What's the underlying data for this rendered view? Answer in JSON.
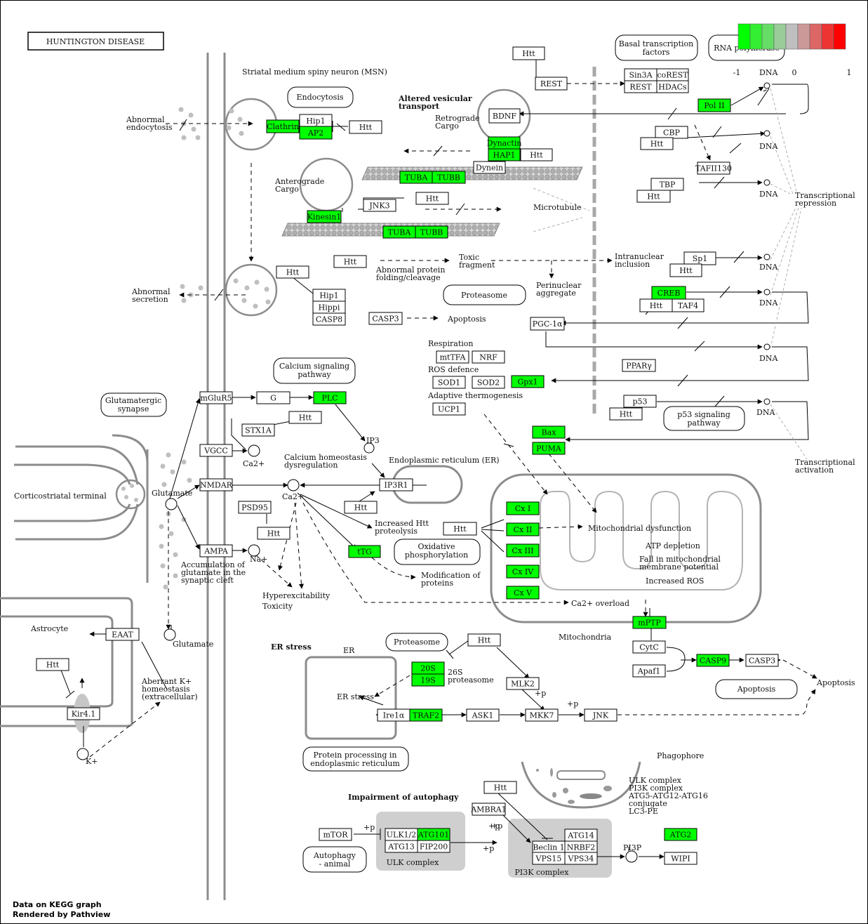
{
  "title": "HUNTINGTON DISEASE",
  "footer": [
    "Data on KEGG graph",
    "Rendered by Pathview"
  ],
  "colors": {
    "highlight": "#00ff00",
    "box_stroke": "#000000",
    "membrane": "#8c8c8c",
    "complex_bg": "#cfcfcf"
  },
  "legend": {
    "min_label": "-1",
    "mid_label": "0",
    "max_label": "1",
    "swatches": [
      "#00ff00",
      "#33ee33",
      "#66dd66",
      "#99cc99",
      "#bfbfbf",
      "#cc9999",
      "#dd6666",
      "#ee3333",
      "#ff0000"
    ]
  },
  "genes": [
    {
      "label": "Clathrin",
      "hi": true
    },
    {
      "label": "Hip1",
      "hi": false
    },
    {
      "label": "AP2",
      "hi": true
    },
    {
      "label": "Htt",
      "hi": false
    },
    {
      "label": "Htt",
      "hi": false
    },
    {
      "label": "REST",
      "hi": false
    },
    {
      "label": "Sin3A",
      "hi": false
    },
    {
      "label": "coREST",
      "hi": false
    },
    {
      "label": "REST",
      "hi": false
    },
    {
      "label": "HDACs",
      "hi": false
    },
    {
      "label": "Pol II",
      "hi": true
    },
    {
      "label": "BDNF",
      "hi": false
    },
    {
      "label": "Dynactin",
      "hi": true
    },
    {
      "label": "HAP1",
      "hi": true
    },
    {
      "label": "Htt",
      "hi": false
    },
    {
      "label": "Dynein",
      "hi": false
    },
    {
      "label": "TUBA",
      "hi": true
    },
    {
      "label": "TUBB",
      "hi": true
    },
    {
      "label": "CBP",
      "hi": false
    },
    {
      "label": "Htt",
      "hi": false
    },
    {
      "label": "TAFII130",
      "hi": false
    },
    {
      "label": "TBP",
      "hi": false
    },
    {
      "label": "Htt",
      "hi": false
    },
    {
      "label": "JNK3",
      "hi": false
    },
    {
      "label": "Htt",
      "hi": false
    },
    {
      "label": "Kinesin1",
      "hi": true
    },
    {
      "label": "TUBA",
      "hi": true
    },
    {
      "label": "TUBB",
      "hi": true
    },
    {
      "label": "Htt",
      "hi": false
    },
    {
      "label": "Htt",
      "hi": false
    },
    {
      "label": "Hip1",
      "hi": false
    },
    {
      "label": "Hippi",
      "hi": false
    },
    {
      "label": "CASP8",
      "hi": false
    },
    {
      "label": "CASP3",
      "hi": false
    },
    {
      "label": "Sp1",
      "hi": false
    },
    {
      "label": "Htt",
      "hi": false
    },
    {
      "label": "CREB",
      "hi": true
    },
    {
      "label": "Htt",
      "hi": false
    },
    {
      "label": "TAF4",
      "hi": false
    },
    {
      "label": "PGC-1α",
      "hi": false
    },
    {
      "label": "mtTFA",
      "hi": false
    },
    {
      "label": "NRF",
      "hi": false
    },
    {
      "label": "SOD1",
      "hi": false
    },
    {
      "label": "SOD2",
      "hi": false
    },
    {
      "label": "Gpx1",
      "hi": true
    },
    {
      "label": "UCP1",
      "hi": false
    },
    {
      "label": "PPARγ",
      "hi": false
    },
    {
      "label": "p53",
      "hi": false
    },
    {
      "label": "Htt",
      "hi": false
    },
    {
      "label": "mGluR5",
      "hi": false
    },
    {
      "label": "G",
      "hi": false
    },
    {
      "label": "PLC",
      "hi": true
    },
    {
      "label": "STX1A",
      "hi": false
    },
    {
      "label": "Htt",
      "hi": false
    },
    {
      "label": "VGCC",
      "hi": false
    },
    {
      "label": "NMDAR",
      "hi": false
    },
    {
      "label": "PSD95",
      "hi": false
    },
    {
      "label": "Htt",
      "hi": false
    },
    {
      "label": "AMPA",
      "hi": false
    },
    {
      "label": "IP3R1",
      "hi": false
    },
    {
      "label": "Htt",
      "hi": false
    },
    {
      "label": "tTG",
      "hi": true
    },
    {
      "label": "Bax",
      "hi": true
    },
    {
      "label": "PUMA",
      "hi": true
    },
    {
      "label": "Cx I",
      "hi": true
    },
    {
      "label": "Cx II",
      "hi": true
    },
    {
      "label": "Cx III",
      "hi": true
    },
    {
      "label": "Cx IV",
      "hi": true
    },
    {
      "label": "Cx V",
      "hi": true
    },
    {
      "label": "Htt",
      "hi": false
    },
    {
      "label": "mPTP",
      "hi": true
    },
    {
      "label": "CytC",
      "hi": false
    },
    {
      "label": "Apaf1",
      "hi": false
    },
    {
      "label": "CASP9",
      "hi": true
    },
    {
      "label": "CASP3",
      "hi": false
    },
    {
      "label": "EAAT",
      "hi": false
    },
    {
      "label": "Htt",
      "hi": false
    },
    {
      "label": "Kir4.1",
      "hi": false
    },
    {
      "label": "20S",
      "hi": true
    },
    {
      "label": "19S",
      "hi": true
    },
    {
      "label": "Htt",
      "hi": false
    },
    {
      "label": "MLK2",
      "hi": false
    },
    {
      "label": "Ire1α",
      "hi": false
    },
    {
      "label": "TRAF2",
      "hi": true
    },
    {
      "label": "ASK1",
      "hi": false
    },
    {
      "label": "MKK7",
      "hi": false
    },
    {
      "label": "JNK",
      "hi": false
    },
    {
      "label": "Htt",
      "hi": false
    },
    {
      "label": "AMBRA1",
      "hi": false
    },
    {
      "label": "mTOR",
      "hi": false
    },
    {
      "label": "ULK1/2",
      "hi": false
    },
    {
      "label": "ATG101",
      "hi": true
    },
    {
      "label": "ATG13",
      "hi": false
    },
    {
      "label": "FIP200",
      "hi": false
    },
    {
      "label": "Beclin 1",
      "hi": false
    },
    {
      "label": "ATG14",
      "hi": false
    },
    {
      "label": "NRBF2",
      "hi": false
    },
    {
      "label": "VPS15",
      "hi": false
    },
    {
      "label": "VPS34",
      "hi": false
    },
    {
      "label": "ATG2",
      "hi": true
    },
    {
      "label": "WIPI",
      "hi": false
    }
  ],
  "pathways": [
    {
      "lines": [
        "Endocytosis"
      ]
    },
    {
      "lines": [
        "Basal transcription",
        "factors"
      ]
    },
    {
      "lines": [
        "RNA polymerase"
      ]
    },
    {
      "lines": [
        "Proteasome"
      ]
    },
    {
      "lines": [
        "Calcium signaling",
        "pathway"
      ]
    },
    {
      "lines": [
        "Glutamatergic",
        "synapse"
      ]
    },
    {
      "lines": [
        "p53 signaling",
        "pathway"
      ]
    },
    {
      "lines": [
        "Oxidative",
        "phosphorylation"
      ]
    },
    {
      "lines": [
        "Apoptosis"
      ]
    },
    {
      "lines": [
        "Proteasome"
      ]
    },
    {
      "lines": [
        "Protein processing in",
        "endoplasmic reticulum"
      ]
    },
    {
      "lines": [
        "Autophagy",
        "- animal"
      ]
    }
  ],
  "compartments": [
    "ULK complex",
    "PI3K complex"
  ],
  "labels": [
    {
      "lines": [
        "Striatal medium spiny neuron (MSN)"
      ]
    },
    {
      "lines": [
        "Abnormal",
        "endocytosis"
      ]
    },
    {
      "lines": [
        "Altered vesicular",
        "transport"
      ],
      "bold": true
    },
    {
      "lines": [
        "Retrograde",
        "Cargo"
      ]
    },
    {
      "lines": [
        "Anterograde",
        "Cargo"
      ]
    },
    {
      "lines": [
        "Microtubule"
      ]
    },
    {
      "lines": [
        "DNA"
      ]
    },
    {
      "lines": [
        "DNA"
      ]
    },
    {
      "lines": [
        "DNA"
      ]
    },
    {
      "lines": [
        "Transcriptional",
        "repression"
      ]
    },
    {
      "lines": [
        "Toxic",
        "fragment"
      ]
    },
    {
      "lines": [
        "Intranuclear",
        "inclusion"
      ]
    },
    {
      "lines": [
        "Abnormal protein",
        "folding/cleavage"
      ]
    },
    {
      "lines": [
        "Perinuclear",
        "aggregate"
      ]
    },
    {
      "lines": [
        "Abnormal",
        "secretion"
      ]
    },
    {
      "lines": [
        "Apoptosis"
      ]
    },
    {
      "lines": [
        "DNA"
      ]
    },
    {
      "lines": [
        "DNA"
      ]
    },
    {
      "lines": [
        "DNA"
      ]
    },
    {
      "lines": [
        "Respiration"
      ]
    },
    {
      "lines": [
        "ROS defence"
      ]
    },
    {
      "lines": [
        "Adaptive thermogenesis"
      ]
    },
    {
      "lines": [
        "DNA"
      ]
    },
    {
      "lines": [
        "Transcriptional",
        "activation"
      ]
    },
    {
      "lines": [
        "IP3"
      ]
    },
    {
      "lines": [
        "Endoplasmic reticulum (ER)"
      ]
    },
    {
      "lines": [
        "Calcium homeostasis",
        "dysregulation"
      ]
    },
    {
      "lines": [
        "Ca2+"
      ]
    },
    {
      "lines": [
        "Ca2+"
      ]
    },
    {
      "lines": [
        "Glutamate"
      ]
    },
    {
      "lines": [
        "Corticostriatal terminal"
      ]
    },
    {
      "lines": [
        "Increased Htt",
        "proteolysis"
      ]
    },
    {
      "lines": [
        "Na+"
      ]
    },
    {
      "lines": [
        "Accumulation of",
        "glutamate in the",
        "synaptic cleft"
      ]
    },
    {
      "lines": [
        "Hyperexcitability"
      ]
    },
    {
      "lines": [
        "Toxicity"
      ]
    },
    {
      "lines": [
        "Modification of",
        "proteins"
      ]
    },
    {
      "lines": [
        "Mitochondrial dysfunction"
      ]
    },
    {
      "lines": [
        "ATP depletion"
      ]
    },
    {
      "lines": [
        "Fall in mitochondrial",
        "membrane potential"
      ]
    },
    {
      "lines": [
        "Increased ROS"
      ]
    },
    {
      "lines": [
        "Ca2+ overload"
      ]
    },
    {
      "lines": [
        "Mitochondria"
      ]
    },
    {
      "lines": [
        "Astrocyte"
      ]
    },
    {
      "lines": [
        "Glutamate"
      ]
    },
    {
      "lines": [
        "Aberrant K+",
        "homeostasis",
        "(extracellular)"
      ]
    },
    {
      "lines": [
        "K+"
      ]
    },
    {
      "lines": [
        "ER stress"
      ],
      "bold": true
    },
    {
      "lines": [
        "ER"
      ]
    },
    {
      "lines": [
        "26S",
        "proteasome"
      ]
    },
    {
      "lines": [
        "ER stress"
      ]
    },
    {
      "lines": [
        "+p"
      ]
    },
    {
      "lines": [
        "+p"
      ]
    },
    {
      "lines": [
        "Apoptosis"
      ]
    },
    {
      "lines": [
        "Phagophore"
      ]
    },
    {
      "lines": [
        "ULK complex",
        "PI3K complex",
        "ATG5-ATG12-ATG16",
        "conjugate",
        "LC3-PE"
      ]
    },
    {
      "lines": [
        "Impairment of autophagy"
      ],
      "bold": true
    },
    {
      "lines": [
        "+p"
      ]
    },
    {
      "lines": [
        "+p"
      ]
    },
    {
      "lines": [
        "+p"
      ]
    },
    {
      "lines": [
        "PI3P"
      ]
    },
    {
      "lines": [
        "+p"
      ]
    }
  ]
}
